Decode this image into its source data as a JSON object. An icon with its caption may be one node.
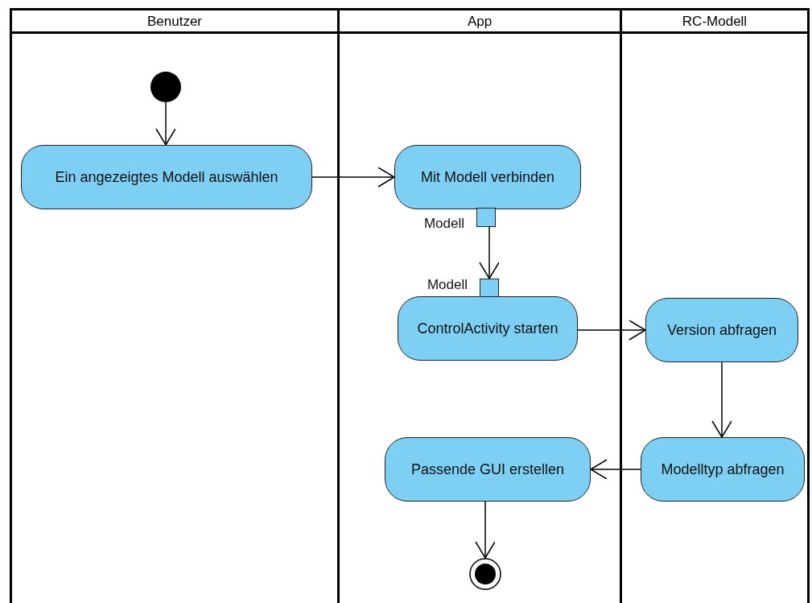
{
  "diagram": {
    "nodes": [
      {
        "text": [
          "Benutzer"
        ]
      },
      {
        "text": [
          "App"
        ]
      },
      {
        "text": [
          "RC-Modell"
        ]
      },
      {
        "text": [],
        "shape": "circle",
        "in": 0
      },
      {
        "text": [
          "Ein angezeigtes Modell auswählen"
        ],
        "in": 0
      },
      {
        "text": [
          "Mit Modell verbinden"
        ],
        "in": 1
      },
      {
        "text": [],
        "shape": "box",
        "in": 1,
        "beside": [
          "Modell"
        ]
      },
      {
        "text": [],
        "shape": "box",
        "in": 1,
        "beside": [
          "Modell"
        ]
      },
      {
        "text": [
          "ControlActivity starten"
        ],
        "in": 1
      },
      {
        "text": [
          "Version abfragen"
        ],
        "in": 2
      },
      {
        "text": [
          "Modelltyp abfragen"
        ],
        "in": 2
      },
      {
        "text": [
          "Passende GUI erstellen"
        ],
        "in": 1
      },
      {
        "text": [],
        "shape": "circle",
        "in": 1
      }
    ],
    "edges": [
      {
        "from": 3,
        "to": 4,
        "arrow": "to"
      },
      {
        "from": 4,
        "to": 5,
        "arrow": "to"
      },
      {
        "from": 6,
        "to": 7,
        "arrow": "to"
      },
      {
        "from": 8,
        "to": 9,
        "arrow": "to"
      },
      {
        "from": 9,
        "to": 10,
        "arrow": "to"
      },
      {
        "from": 10,
        "to": 11,
        "arrow": "to"
      },
      {
        "from": 11,
        "to": 12,
        "arrow": "to"
      }
    ]
  }
}
